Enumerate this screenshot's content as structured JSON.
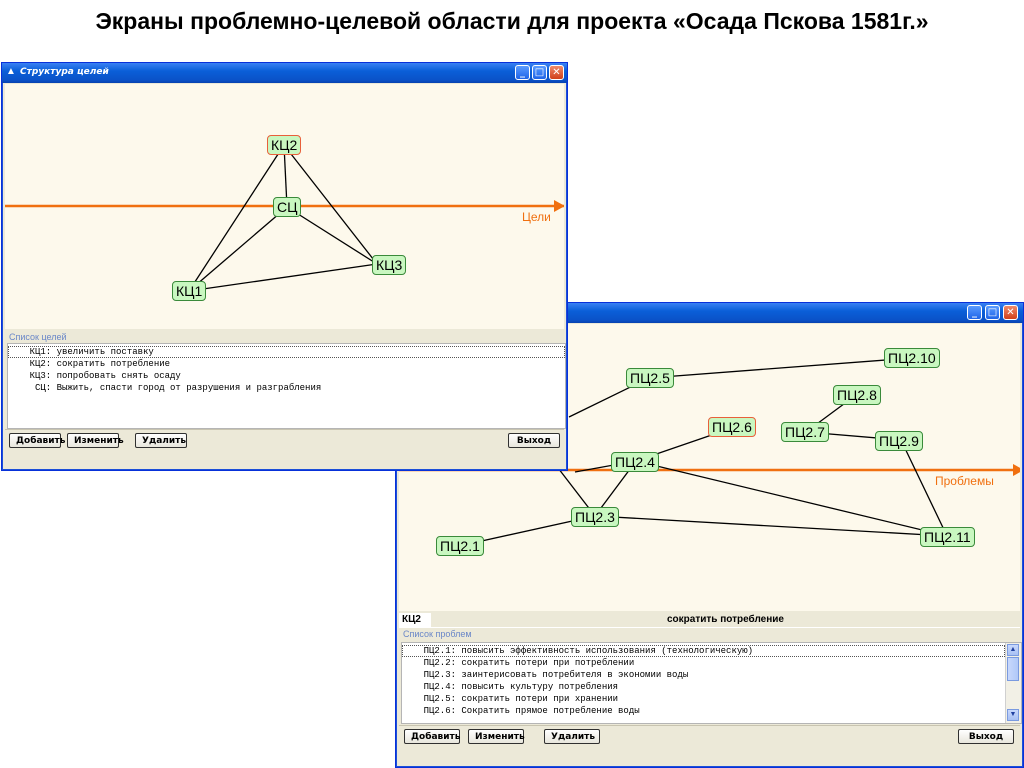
{
  "slide": {
    "title": "Экраны проблемно-целевой области для проекта «Осада Пскова 1581г.»"
  },
  "goals_window": {
    "title": "Структура целей",
    "axis_label": "Цели",
    "nodes": {
      "kc1": "КЦ1",
      "kc2": "КЦ2",
      "kc3": "КЦ3",
      "sc": "СЦ"
    },
    "list_title": "Список целей",
    "list_items": [
      "    КЦ1: увеличить поставку",
      "    КЦ2: сократить потребление",
      "    КЦ3: попробовать снять осаду",
      "     СЦ: Выжить, спасти город от разрушения и разграбления"
    ],
    "buttons": {
      "add": "Добавить",
      "edit": "Изменить",
      "delete": "Удалить",
      "exit": "Выход"
    }
  },
  "problems_window": {
    "axis_label": "Проблемы",
    "nodes": {
      "p21": "ПЦ2.1",
      "p23": "ПЦ2.3",
      "p24": "ПЦ2.4",
      "p25": "ПЦ2.5",
      "p26": "ПЦ2.6",
      "p27": "ПЦ2.7",
      "p28": "ПЦ2.8",
      "p29": "ПЦ2.9",
      "p210": "ПЦ2.10",
      "p211": "ПЦ2.11"
    },
    "header": {
      "code": "КЦ2",
      "description": "сократить потребление"
    },
    "list_title": "Список проблем",
    "list_items": [
      "    ПЦ2.1: повысить эффективность использования (технологическую)",
      "    ПЦ2.2: сократить потери при потреблении",
      "    ПЦ2.3: заинтерисовать потребителя в экономии воды",
      "    ПЦ2.4: повысить культуру потребления",
      "    ПЦ2.5: сократить потери при хранении",
      "    ПЦ2.6: Сократить прямое потребление воды"
    ],
    "buttons": {
      "add": "Добавить",
      "edit": "Изменить",
      "delete": "Удалить",
      "exit": "Выход"
    }
  },
  "colors": {
    "axis": "#f07010",
    "node_fill": "#c9f7c0",
    "selected_border": "#e8603a",
    "canvas": "#fdf9ec"
  }
}
